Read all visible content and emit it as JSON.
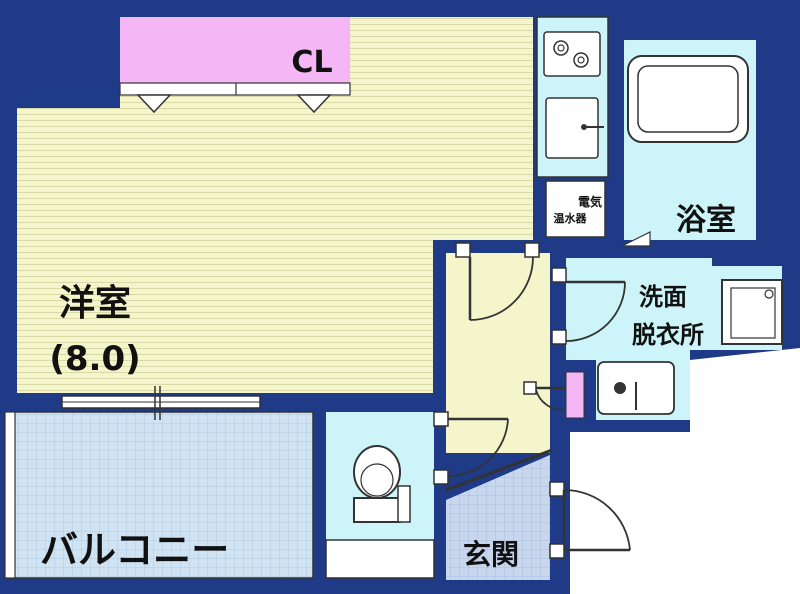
{
  "colors": {
    "wall": "#1f3a86",
    "room_floor": "#f5f5cc",
    "closet": "#f4b6f4",
    "wet_area": "#cdf4f8",
    "balcony": "#cfe3f3",
    "entrance": "#c9d7ee"
  },
  "rooms": {
    "closet_label": "CL",
    "bath_label": "浴室",
    "western_room_label": "洋室",
    "western_room_size": "(8.0)",
    "washroom_label_line1": "洗面",
    "washroom_label_line2": "脱衣所",
    "balcony_label": "バルコニー",
    "entrance_label": "玄関"
  },
  "fixtures": {
    "water_heater_line1": "電気",
    "water_heater_line2": "温水器"
  },
  "icons": [
    "stove-icon",
    "sink-icon",
    "bathtub-icon",
    "toilet-icon",
    "washing-machine-icon",
    "vanity-icon"
  ]
}
